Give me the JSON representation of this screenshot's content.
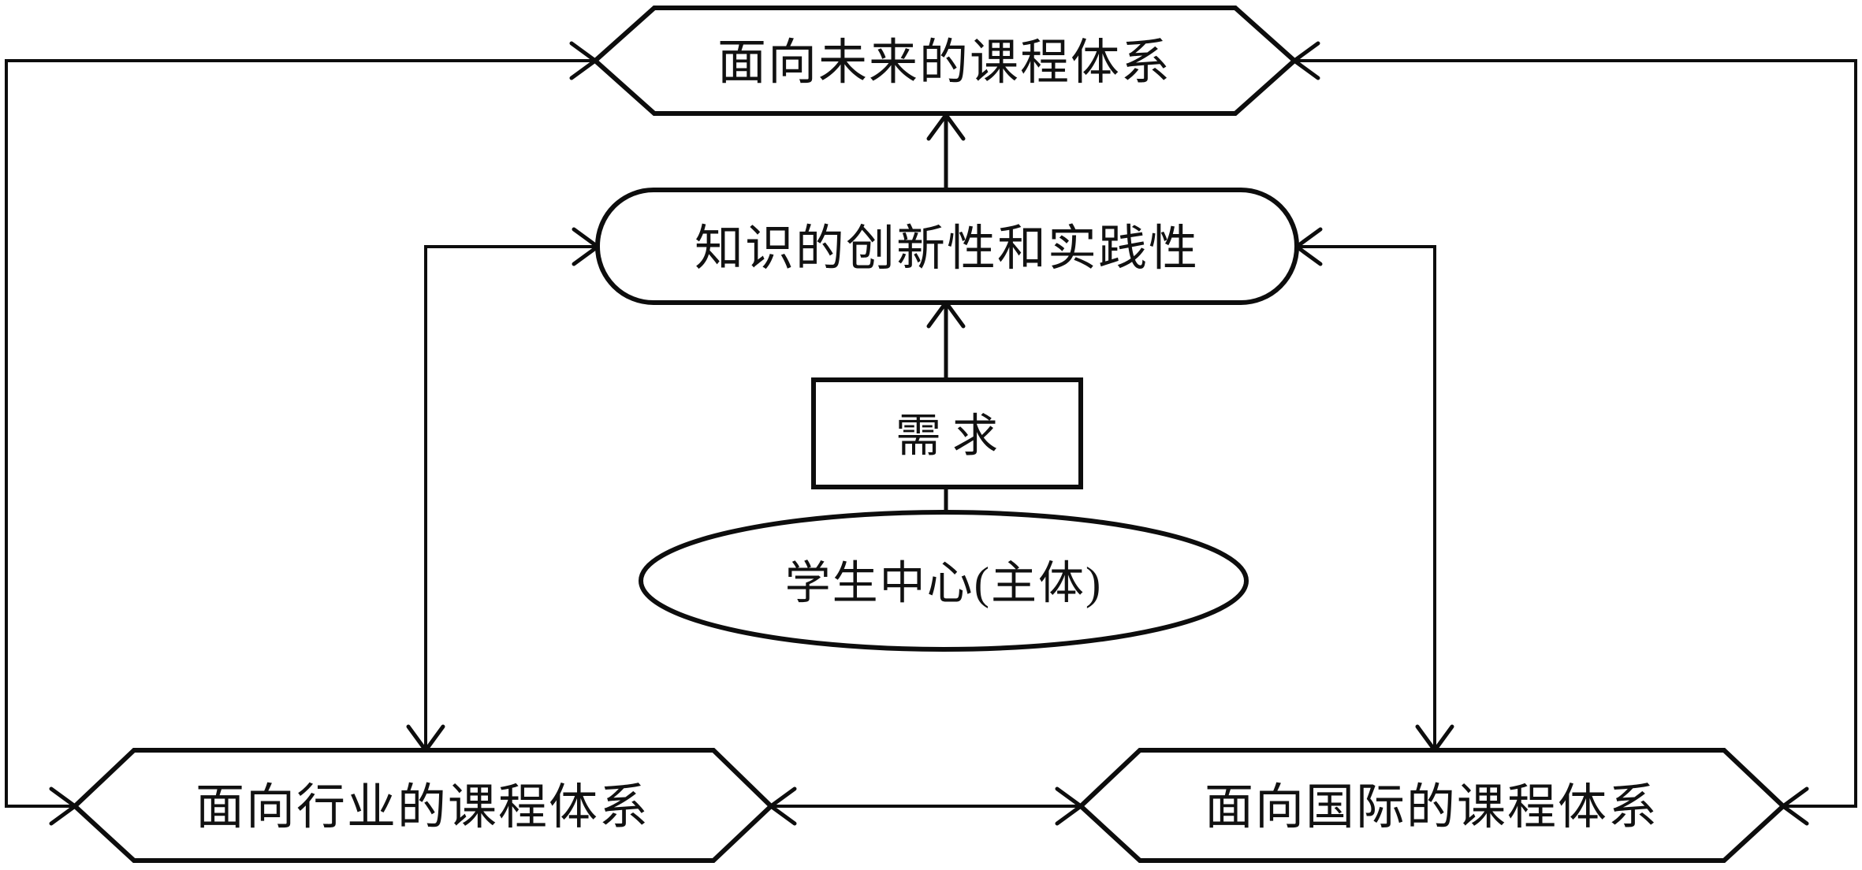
{
  "diagram": {
    "background_color": "#ffffff",
    "line_color": "#0d0d0d",
    "text_color": "#111111",
    "nodes": {
      "future_curriculum": {
        "label": "面向未来的课程体系",
        "shape": "hexagon"
      },
      "knowledge_innovation": {
        "label": "知识的创新性和实践性",
        "shape": "stadium"
      },
      "demand": {
        "label": "需求",
        "shape": "rectangle"
      },
      "student_center": {
        "label": "学生中心(主体)",
        "shape": "ellipse"
      },
      "industry_curriculum": {
        "label": "面向行业的课程体系",
        "shape": "hexagon"
      },
      "international_curriculum": {
        "label": "面向国际的课程体系",
        "shape": "hexagon"
      }
    },
    "edges": [
      {
        "from": "student_center",
        "to": "demand",
        "arrows": "none"
      },
      {
        "from": "demand",
        "to": "knowledge_innovation",
        "arrows": "to"
      },
      {
        "from": "knowledge_innovation",
        "to": "future_curriculum",
        "arrows": "to"
      },
      {
        "from": "industry_curriculum",
        "to": "knowledge_innovation",
        "arrows": "both",
        "route": "left-elbow"
      },
      {
        "from": "international_curriculum",
        "to": "knowledge_innovation",
        "arrows": "both",
        "route": "right-elbow"
      },
      {
        "from": "future_curriculum",
        "to": "industry_curriculum",
        "arrows": "both",
        "route": "outer-left"
      },
      {
        "from": "future_curriculum",
        "to": "international_curriculum",
        "arrows": "both",
        "route": "outer-right"
      },
      {
        "from": "industry_curriculum",
        "to": "international_curriculum",
        "arrows": "both",
        "route": "bottom-middle"
      }
    ]
  }
}
